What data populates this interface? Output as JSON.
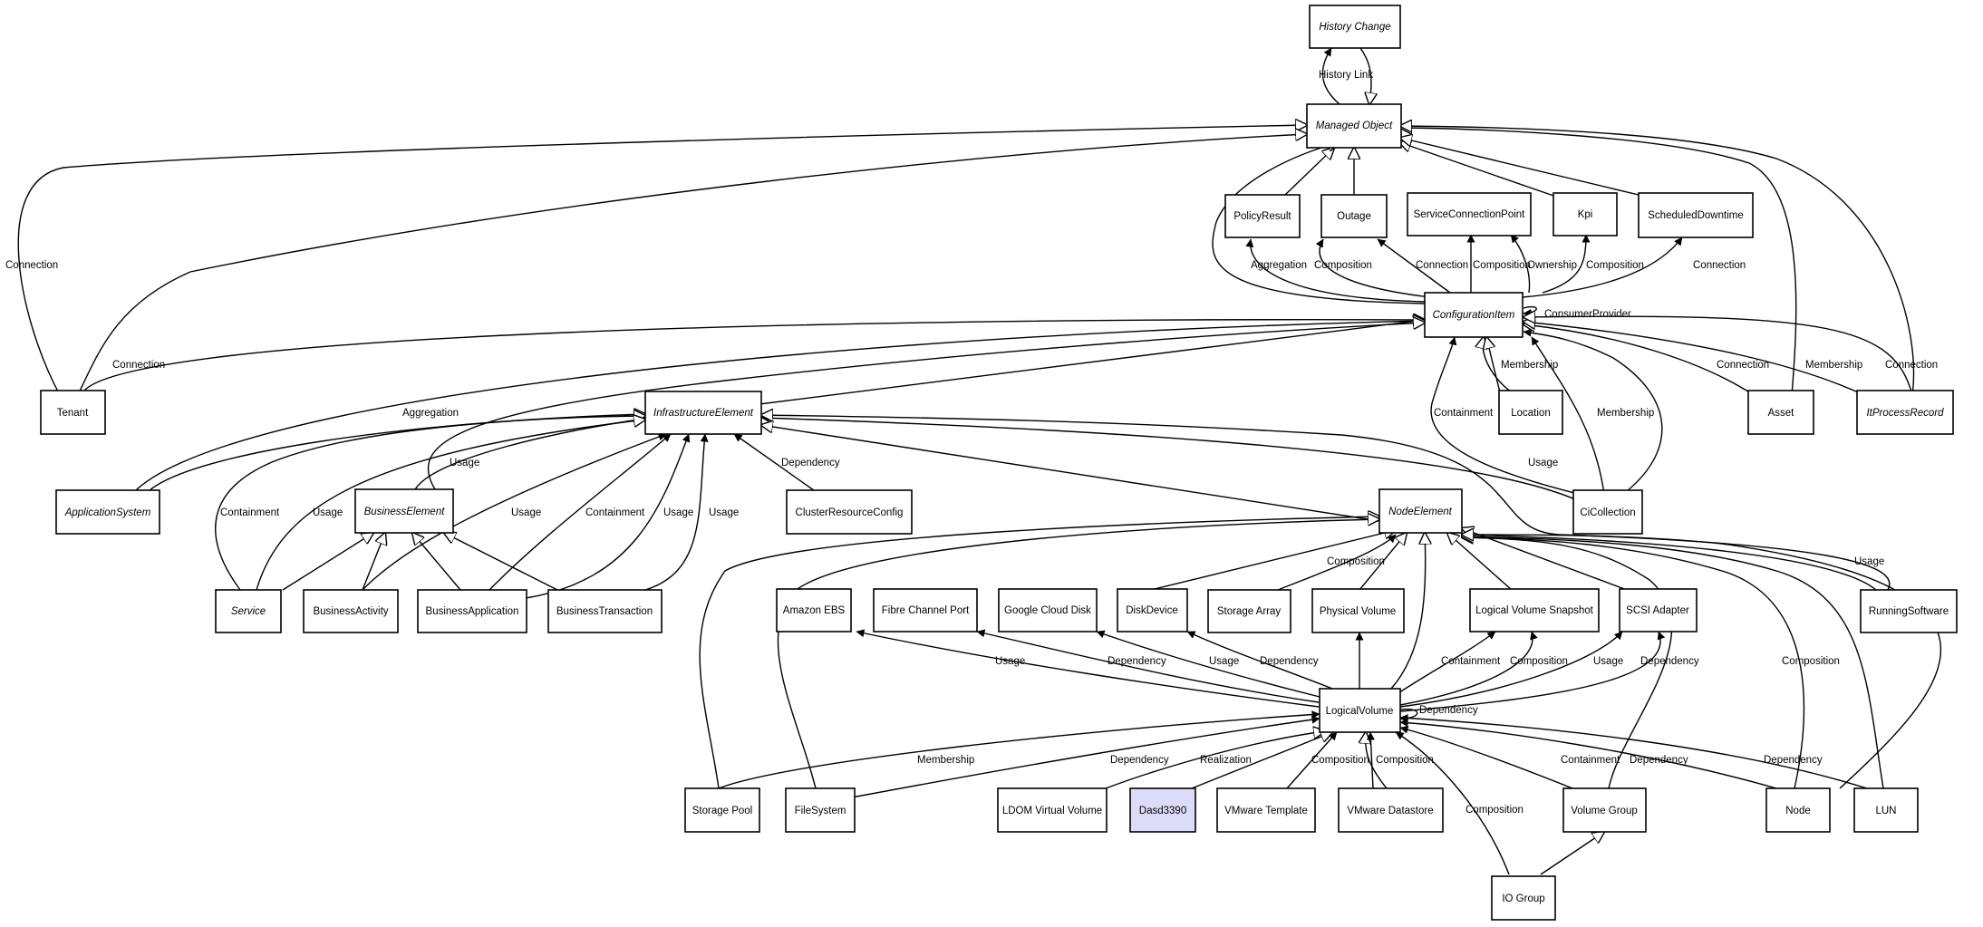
{
  "nodes": [
    {
      "id": "history_change",
      "label": "History Change",
      "abstract": true
    },
    {
      "id": "managed_object",
      "label": "Managed Object",
      "abstract": true
    },
    {
      "id": "policy_result",
      "label": "PolicyResult"
    },
    {
      "id": "outage",
      "label": "Outage"
    },
    {
      "id": "scp",
      "label": "ServiceConnectionPoint"
    },
    {
      "id": "kpi",
      "label": "Kpi"
    },
    {
      "id": "sched",
      "label": "ScheduledDowntime"
    },
    {
      "id": "ci",
      "label": "ConfigurationItem",
      "abstract": true
    },
    {
      "id": "tenant",
      "label": "Tenant"
    },
    {
      "id": "location",
      "label": "Location"
    },
    {
      "id": "asset",
      "label": "Asset"
    },
    {
      "id": "itprocess",
      "label": "ItProcessRecord",
      "abstract": true
    },
    {
      "id": "infra",
      "label": "InfrastructureElement",
      "abstract": true
    },
    {
      "id": "appsys",
      "label": "ApplicationSystem",
      "abstract": true
    },
    {
      "id": "bizel",
      "label": "BusinessElement",
      "abstract": true
    },
    {
      "id": "cluster",
      "label": "ClusterResourceConfig"
    },
    {
      "id": "cicoll",
      "label": "CiCollection"
    },
    {
      "id": "nodeel",
      "label": "NodeElement",
      "abstract": true
    },
    {
      "id": "service",
      "label": "Service",
      "abstract": true
    },
    {
      "id": "bizact",
      "label": "BusinessActivity"
    },
    {
      "id": "bizapp",
      "label": "BusinessApplication"
    },
    {
      "id": "biztx",
      "label": "BusinessTransaction"
    },
    {
      "id": "amzebs",
      "label": "Amazon EBS"
    },
    {
      "id": "fcport",
      "label": "Fibre Channel Port"
    },
    {
      "id": "gcd",
      "label": "Google Cloud Disk"
    },
    {
      "id": "diskdev",
      "label": "DiskDevice"
    },
    {
      "id": "starr",
      "label": "Storage Array"
    },
    {
      "id": "physvol",
      "label": "Physical Volume"
    },
    {
      "id": "lvsnap",
      "label": "Logical Volume Snapshot"
    },
    {
      "id": "scsi",
      "label": "SCSI Adapter"
    },
    {
      "id": "runsw",
      "label": "RunningSoftware"
    },
    {
      "id": "lv",
      "label": "LogicalVolume"
    },
    {
      "id": "stpool",
      "label": "Storage Pool"
    },
    {
      "id": "fs",
      "label": "FileSystem"
    },
    {
      "id": "ldom",
      "label": "LDOM Virtual Volume"
    },
    {
      "id": "dasd",
      "label": "Dasd3390",
      "highlight": true
    },
    {
      "id": "vmtpl",
      "label": "VMware Template"
    },
    {
      "id": "vmds",
      "label": "VMware Datastore"
    },
    {
      "id": "volgrp",
      "label": "Volume Group"
    },
    {
      "id": "node",
      "label": "Node"
    },
    {
      "id": "lun",
      "label": "LUN"
    },
    {
      "id": "iogrp",
      "label": "IO Group"
    }
  ],
  "edge_labels": [
    "History Link",
    "Aggregation",
    "Composition",
    "Connection",
    "Composition",
    "Ownership",
    "Composition",
    "Connection",
    "ConsumerProvider",
    "Connection",
    "Connection",
    "Membership",
    "Containment",
    "Membership",
    "Connection",
    "Membership",
    "Connection",
    "Aggregation",
    "Usage",
    "Containment",
    "Usage",
    "Dependency",
    "Usage",
    "Usage",
    "Containment",
    "Usage",
    "Usage",
    "Composition",
    "Usage",
    "Dependency",
    "Usage",
    "Dependency",
    "Usage",
    "Containment",
    "Composition",
    "Usage",
    "Dependency",
    "Composition",
    "Dependency",
    "Membership",
    "Dependency",
    "Realization",
    "Composition",
    "Composition",
    "Composition",
    "Containment",
    "Dependency",
    "Dependency"
  ]
}
